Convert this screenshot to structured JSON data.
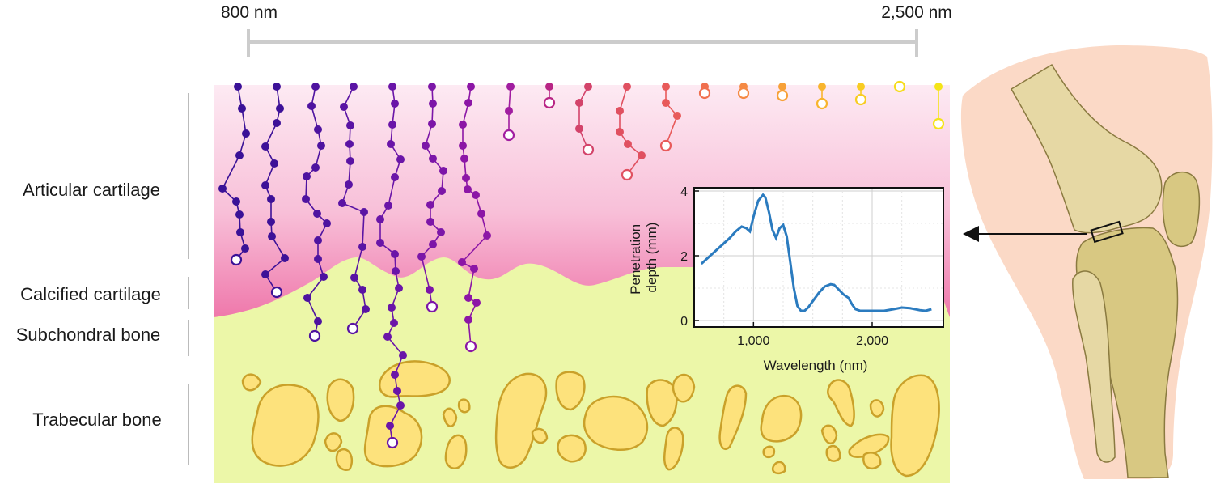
{
  "range_bar": {
    "start_label": "800 nm",
    "end_label": "2,500 nm"
  },
  "layers": [
    {
      "key": "articular",
      "label": "Articular cartilage"
    },
    {
      "key": "calcified",
      "label": "Calcified cartilage"
    },
    {
      "key": "subchondral",
      "label": "Subchondral bone"
    },
    {
      "key": "trabecular",
      "label": "Trabecular bone"
    }
  ],
  "colors": {
    "cartilage_top": "#fbe3ef",
    "cartilage_bottom": "#f07fb0",
    "bone_matrix": "#ecf7a8",
    "trabeculae_fill": "#fde27c",
    "trabeculae_stroke": "#caa12a",
    "chart_line": "#2b7bbf",
    "knee_skin": "#fbd9c6",
    "knee_bone_light": "#e6d8a4",
    "knee_bone_dark": "#d8c882"
  },
  "inset_chart": {
    "chart_data": {
      "type": "line",
      "title": "",
      "xlabel": "Wavelength (nm)",
      "ylabel": "Penetration depth (mm)",
      "xlim": [
        500,
        2600
      ],
      "ylim": [
        -0.2,
        4.1
      ],
      "xticks": [
        1000,
        2000
      ],
      "xtick_labels": [
        "1,000",
        "2,000"
      ],
      "yticks": [
        0,
        2,
        4
      ],
      "ytick_labels": [
        "0",
        "2",
        "4"
      ],
      "grid": true,
      "series": [
        {
          "x": [
            560,
            620,
            680,
            740,
            800,
            850,
            900,
            940,
            970,
            1000,
            1040,
            1080,
            1100,
            1130,
            1160,
            1190,
            1220,
            1250,
            1280,
            1310,
            1340,
            1370,
            1400,
            1430,
            1460,
            1500,
            1550,
            1600,
            1650,
            1680,
            1720,
            1760,
            1800,
            1830,
            1860,
            1900,
            2000,
            2100,
            2180,
            2250,
            2320,
            2400,
            2450,
            2500
          ],
          "y": [
            1.75,
            1.95,
            2.15,
            2.35,
            2.55,
            2.75,
            2.9,
            2.85,
            2.75,
            3.2,
            3.7,
            3.88,
            3.8,
            3.35,
            2.8,
            2.55,
            2.85,
            2.95,
            2.6,
            1.8,
            1.0,
            0.45,
            0.3,
            0.3,
            0.4,
            0.6,
            0.85,
            1.05,
            1.12,
            1.1,
            0.95,
            0.8,
            0.7,
            0.5,
            0.35,
            0.3,
            0.3,
            0.3,
            0.35,
            0.4,
            0.38,
            0.32,
            0.3,
            0.35
          ]
        }
      ]
    }
  },
  "scatter_paths": [
    {
      "color": "#3a1197",
      "pts": [
        [
          294,
          107
        ],
        [
          299,
          134
        ],
        [
          304,
          165
        ],
        [
          296,
          192
        ],
        [
          275,
          233
        ],
        [
          292,
          249
        ],
        [
          296,
          265
        ],
        [
          297,
          287
        ],
        [
          303,
          307
        ],
        [
          292,
          321
        ]
      ]
    },
    {
      "color": "#3d1198",
      "pts": [
        [
          342,
          107
        ],
        [
          346,
          134
        ],
        [
          342,
          152
        ],
        [
          328,
          181
        ],
        [
          339,
          202
        ],
        [
          328,
          229
        ],
        [
          335,
          246
        ],
        [
          335,
          274
        ],
        [
          336,
          292
        ],
        [
          352,
          319
        ],
        [
          328,
          339
        ],
        [
          342,
          361
        ]
      ]
    },
    {
      "color": "#4e13a0",
      "pts": [
        [
          390,
          107
        ],
        [
          385,
          131
        ],
        [
          393,
          160
        ],
        [
          397,
          180
        ],
        [
          390,
          207
        ],
        [
          379,
          218
        ],
        [
          378,
          246
        ],
        [
          392,
          264
        ],
        [
          404,
          276
        ],
        [
          393,
          297
        ],
        [
          393,
          320
        ],
        [
          400,
          342
        ],
        [
          380,
          368
        ],
        [
          393,
          397
        ],
        [
          389,
          415
        ]
      ]
    },
    {
      "color": "#5a14a4",
      "pts": [
        [
          437,
          107
        ],
        [
          425,
          132
        ],
        [
          433,
          155
        ],
        [
          432,
          178
        ],
        [
          433,
          199
        ],
        [
          431,
          228
        ],
        [
          423,
          251
        ],
        [
          450,
          262
        ],
        [
          448,
          305
        ],
        [
          438,
          343
        ],
        [
          448,
          358
        ],
        [
          452,
          382
        ],
        [
          436,
          406
        ]
      ]
    },
    {
      "color": "#6a15a8",
      "pts": [
        [
          485,
          107
        ],
        [
          488,
          128
        ],
        [
          485,
          154
        ],
        [
          483,
          178
        ],
        [
          495,
          197
        ],
        [
          488,
          219
        ],
        [
          480,
          254
        ],
        [
          470,
          271
        ],
        [
          470,
          300
        ],
        [
          488,
          314
        ],
        [
          489,
          335
        ],
        [
          493,
          356
        ],
        [
          484,
          380
        ],
        [
          487,
          399
        ],
        [
          479,
          416
        ],
        [
          498,
          439
        ],
        [
          488,
          463
        ],
        [
          491,
          483
        ],
        [
          495,
          501
        ],
        [
          482,
          526
        ],
        [
          485,
          547
        ]
      ]
    },
    {
      "color": "#7c16a8",
      "pts": [
        [
          534,
          107
        ],
        [
          535,
          128
        ],
        [
          534,
          153
        ],
        [
          526,
          180
        ],
        [
          535,
          196
        ],
        [
          548,
          211
        ],
        [
          546,
          236
        ],
        [
          532,
          253
        ],
        [
          532,
          274
        ],
        [
          545,
          287
        ],
        [
          535,
          302
        ],
        [
          521,
          317
        ],
        [
          531,
          358
        ],
        [
          534,
          379
        ]
      ]
    },
    {
      "color": "#8c16a6",
      "pts": [
        [
          582,
          107
        ],
        [
          579,
          127
        ],
        [
          572,
          154
        ],
        [
          572,
          180
        ],
        [
          574,
          196
        ],
        [
          576,
          220
        ],
        [
          578,
          234
        ],
        [
          588,
          241
        ],
        [
          595,
          264
        ],
        [
          602,
          291
        ],
        [
          571,
          324
        ],
        [
          586,
          332
        ],
        [
          579,
          368
        ],
        [
          589,
          374
        ],
        [
          579,
          395
        ],
        [
          582,
          428
        ]
      ]
    },
    {
      "color": "#a11da0",
      "pts": [
        [
          631,
          107
        ],
        [
          629,
          137
        ],
        [
          629,
          167
        ]
      ]
    },
    {
      "color": "#b82585",
      "pts": [
        [
          679,
          107
        ],
        [
          679,
          127
        ]
      ]
    },
    {
      "color": "#d3436a",
      "pts": [
        [
          727,
          107
        ],
        [
          716,
          127
        ],
        [
          716,
          159
        ],
        [
          727,
          185
        ]
      ]
    },
    {
      "color": "#e05060",
      "pts": [
        [
          775,
          107
        ],
        [
          766,
          137
        ],
        [
          766,
          163
        ],
        [
          776,
          178
        ],
        [
          793,
          192
        ],
        [
          775,
          216
        ]
      ]
    },
    {
      "color": "#e85a5a",
      "pts": [
        [
          823,
          107
        ],
        [
          823,
          127
        ],
        [
          837,
          143
        ],
        [
          823,
          180
        ]
      ]
    },
    {
      "color": "#f0704f",
      "pts": [
        [
          871,
          107
        ],
        [
          871,
          115
        ]
      ]
    },
    {
      "color": "#f58a44",
      "pts": [
        [
          919,
          107
        ],
        [
          919,
          115
        ]
      ]
    },
    {
      "color": "#f7a138",
      "pts": [
        [
          967,
          107
        ],
        [
          967,
          118
        ]
      ]
    },
    {
      "color": "#f8b52e",
      "pts": [
        [
          1016,
          107
        ],
        [
          1016,
          128
        ]
      ]
    },
    {
      "color": "#f8cc22",
      "pts": [
        [
          1064,
          107
        ],
        [
          1064,
          123
        ]
      ]
    },
    {
      "color": "#f6dc1c",
      "pts": [
        [
          1112,
          107
        ]
      ]
    },
    {
      "color": "#f4e418",
      "pts": [
        [
          1160,
          107
        ],
        [
          1160,
          153
        ]
      ]
    }
  ]
}
